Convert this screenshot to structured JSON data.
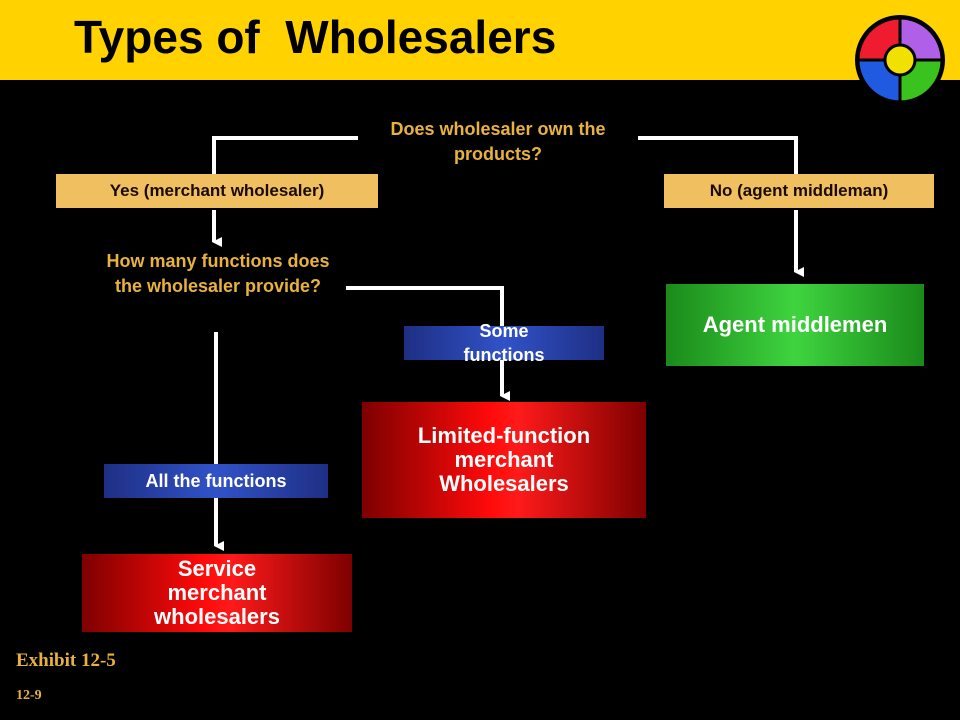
{
  "slide": {
    "title": "Types of  Wholesalers",
    "exhibit": "Exhibit 12-5",
    "page_number": "12-9"
  },
  "colors": {
    "title_bar": "#ffd200",
    "question_text": "#e8b23c",
    "answer_box": "#f0c060",
    "function_box": "#2a44b0",
    "merchant_box": "#e00000",
    "agent_box": "#33cc33"
  },
  "diagram": {
    "question_1": "Does wholesaler own the products?",
    "answer_yes": "Yes (merchant wholesaler)",
    "answer_no": "No (agent middleman)",
    "question_2": "How many functions does the wholesaler provide?",
    "answer_some": "Some functions",
    "answer_all": "All the functions",
    "outcome_limited": "Limited-function\nmerchant\nWholesalers",
    "outcome_service": "Service\nmerchant\nwholesalers",
    "outcome_agent": "Agent middlemen"
  },
  "logo": {
    "icon": "color-wheel-icon",
    "quadrant_colors": [
      "#b060e8",
      "#ee1c2e",
      "#1f5ae0",
      "#3ac21f"
    ],
    "center_color": "#f2e000"
  }
}
